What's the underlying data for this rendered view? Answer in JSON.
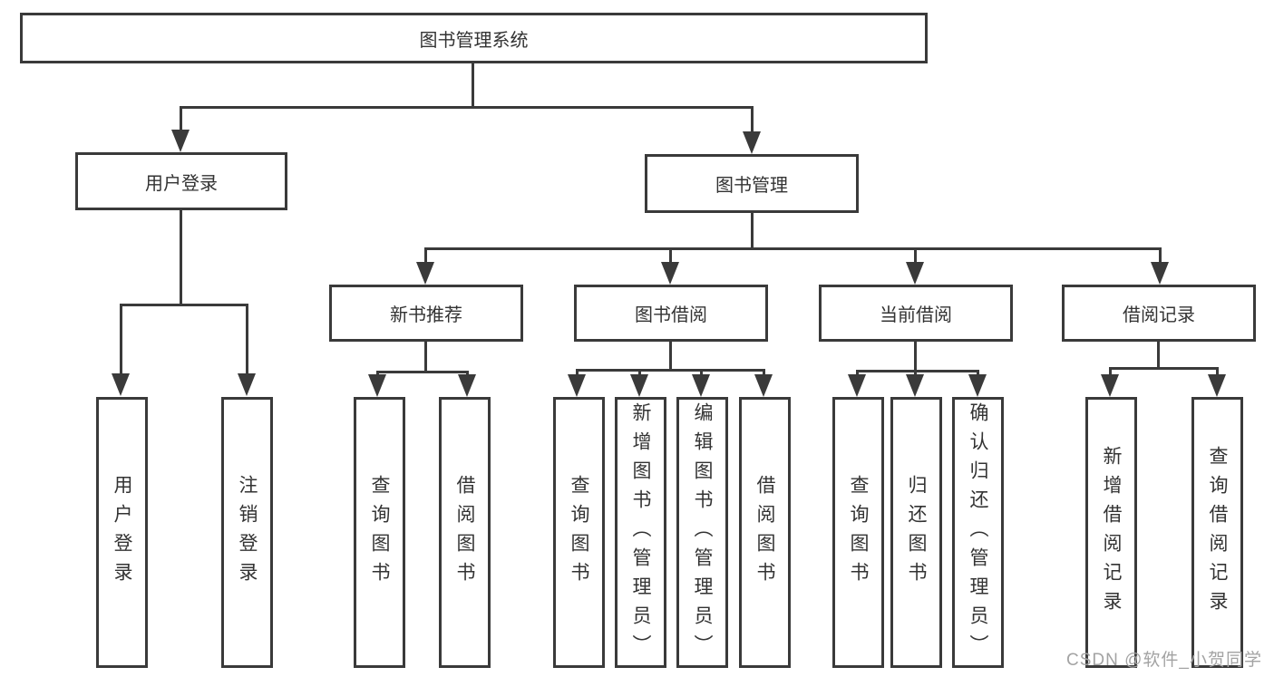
{
  "diagram": {
    "root": {
      "label": "图书管理系统"
    },
    "level2": [
      {
        "label": "用户登录"
      },
      {
        "label": "图书管理"
      }
    ],
    "level3": [
      {
        "label": "新书推荐"
      },
      {
        "label": "图书借阅"
      },
      {
        "label": "当前借阅"
      },
      {
        "label": "借阅记录"
      }
    ],
    "leaves": [
      {
        "label": "用户登录"
      },
      {
        "label": "注销登录"
      },
      {
        "label": "查询图书"
      },
      {
        "label": "借阅图书"
      },
      {
        "label": "查询图书"
      },
      {
        "label": "新增图书（管理员）"
      },
      {
        "label": "编辑图书（管理员）"
      },
      {
        "label": "借阅图书"
      },
      {
        "label": "查询图书"
      },
      {
        "label": "归还图书"
      },
      {
        "label": "确认归还（管理员）"
      },
      {
        "label": "新增借阅记录"
      },
      {
        "label": "查询借阅记录"
      }
    ]
  },
  "watermark": {
    "text": "CSDN @软件_小贺同学"
  },
  "colors": {
    "line": "#3a3a3a",
    "text": "#333333",
    "background": "#ffffff",
    "watermark": "#a3a3a3"
  }
}
